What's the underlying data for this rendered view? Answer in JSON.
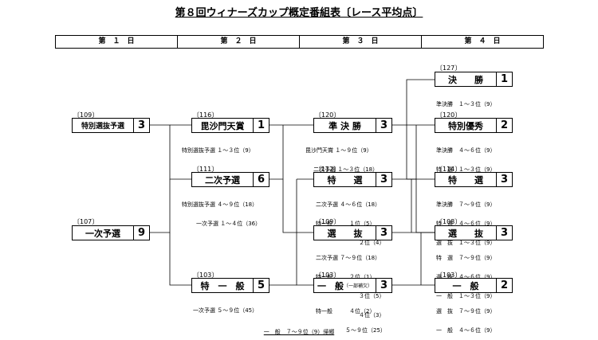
{
  "title": "第８回ウィナーズカップ概定番組表〔レース平均点〕",
  "days": [
    "第　１　日",
    "第　２　日",
    "第　３　日",
    "第　４　日"
  ],
  "races": {
    "d1_tokusen": {
      "code": "〔109〕",
      "name": "特別選抜予選",
      "count": "3"
    },
    "d1_ichiji": {
      "code": "〔107〕",
      "name": "一次予選",
      "count": "9"
    },
    "d2_bishamon": {
      "code": "〔116〕",
      "name": "毘沙門天賞",
      "count": "1",
      "adv": [
        "特別選抜予選 １～３位（9）"
      ]
    },
    "d2_niji": {
      "code": "〔111〕",
      "name": "二次予選",
      "count": "6",
      "adv": [
        "特別選抜予選 ４～９位（18）",
        "一次予選 １～４位（36）"
      ]
    },
    "d2_ippan": {
      "code": "〔103〕",
      "name": "特　一　般",
      "count": "5",
      "adv": [
        "一次予選 ５～９位（45）"
      ]
    },
    "d3_junkessho": {
      "code": "〔120〕",
      "name": "準 決 勝",
      "count": "3",
      "adv": [
        "毘沙門天賞 １～９位（9）",
        "二次予選 １～３位（18）"
      ]
    },
    "d3_tokusen": {
      "code": "〔112〕",
      "name": "特　　選",
      "count": "3",
      "adv": [
        "二次予選 ４～６位（18）",
        "特一般　　　１位（5）",
        "２位（4）"
      ]
    },
    "d3_senbatsu": {
      "code": "〔109〕",
      "name": "選　　抜",
      "count": "3",
      "adv": [
        "二次予選 ７～９位（18）",
        "特一般　　　２位（1）",
        "３位（5）",
        "４位（3）"
      ]
    },
    "d3_ippan": {
      "code": "〔103〕",
      "name": "一　般",
      "count": "3",
      "tag": "（一部補欠）",
      "adv": [
        "特一般　　　４位（2）",
        "５～９位（25）"
      ]
    },
    "d4_kessho": {
      "code": "〔127〕",
      "name": "決　　勝",
      "count": "1",
      "adv": [
        "準決勝　１～３位（9）"
      ]
    },
    "d4_yushu": {
      "code": "〔120〕",
      "name": "特別優秀",
      "count": "2",
      "adv": [
        "準決勝　４～６位（9）",
        "特　選　１～３位（9）"
      ]
    },
    "d4_tokusen": {
      "code": "〔114〕",
      "name": "特　　選",
      "count": "3",
      "adv": [
        "準決勝　７～９位（9）",
        "特　選　４～６位（9）",
        "選　抜　１～３位（9）"
      ]
    },
    "d4_senbatsu": {
      "code": "〔108〕",
      "name": "選　　抜",
      "count": "3",
      "adv": [
        "特　選　７～９位（9）",
        "選　抜　４～６位（9）",
        "一　般　１～３位（9）"
      ]
    },
    "d4_ippan": {
      "code": "〔103〕",
      "name": "一　般",
      "count": "2",
      "adv": [
        "選　抜　７～９位（9）",
        "一　般　４～６位（9）"
      ]
    }
  },
  "footer": "一　般　７～９位（9）帰郷"
}
